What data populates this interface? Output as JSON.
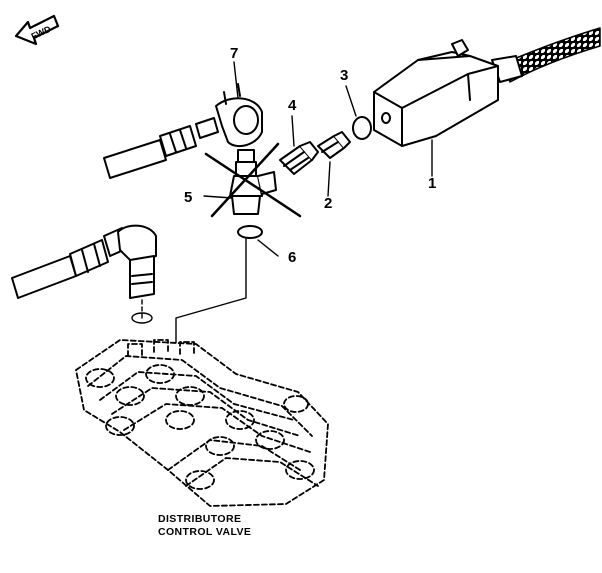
{
  "direction_badge": {
    "text": "FWD",
    "icon": "forward-arrow-icon"
  },
  "callouts": [
    {
      "id": "1",
      "text": "1"
    },
    {
      "id": "2",
      "text": "2"
    },
    {
      "id": "3",
      "text": "3"
    },
    {
      "id": "4",
      "text": "4"
    },
    {
      "id": "5",
      "text": "5"
    },
    {
      "id": "6",
      "text": "6"
    },
    {
      "id": "7",
      "text": "7"
    }
  ],
  "caption": {
    "line1": "DISTRIBUTORE",
    "line2": "CONTROL VALVE"
  },
  "removed_part": {
    "marker": "cross-out-x",
    "part": "5"
  },
  "colors": {
    "ink": "#000000",
    "paper": "#ffffff",
    "hose": "#d9d9d9"
  }
}
